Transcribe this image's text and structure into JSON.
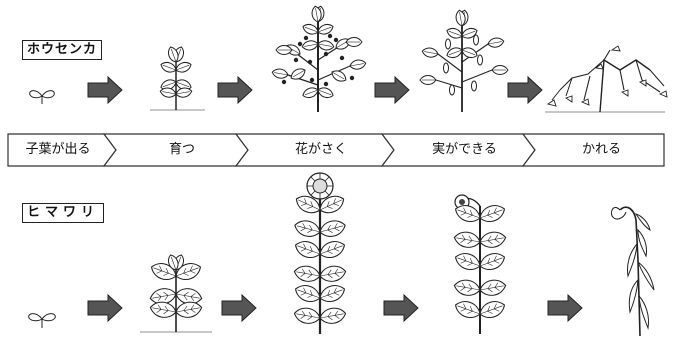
{
  "rows": {
    "houseka": {
      "label": "ホウセンカ"
    },
    "himawari": {
      "label": "ヒマワリ"
    }
  },
  "stages": [
    {
      "label": "子葉が出る"
    },
    {
      "label": "育つ"
    },
    {
      "label": "花がさく"
    },
    {
      "label": "実ができる"
    },
    {
      "label": "かれる"
    }
  ],
  "colors": {
    "ink": "#222222",
    "arrow": "#555555",
    "background": "#ffffff"
  }
}
